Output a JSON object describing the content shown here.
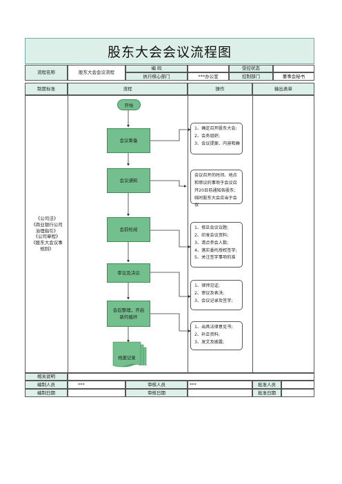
{
  "title": "股东大会会议流程图",
  "header": {
    "process_name_label": "流程名称",
    "process_name_value": "股东大会会议流程",
    "code_label": "编 码",
    "code_value": "",
    "status_label": "受控状态",
    "status_value": "",
    "dept_label": "执行核心部门",
    "dept_value": "***办公室",
    "ctrl_label": "控制部门",
    "ctrl_value": "董事会秘书"
  },
  "columns": [
    "制度标准",
    "流程",
    "操作",
    "输出表单"
  ],
  "standards": [
    "《公司法》",
    "《商业银行公司治理指引》",
    "《公司章程》",
    "《股东大会议事规则》"
  ],
  "flow": {
    "start": "开始",
    "steps": [
      "会议筹备",
      "会议通知",
      "会前检阅",
      "审议及决议",
      "会后整理，开启新的循环"
    ],
    "end": "档案记录"
  },
  "notes": [
    [
      "1、确定召开股东大会;",
      "2、会务组织;",
      "3、会议提案、内容和确"
    ],
    [
      "会议召开的时间、地点和审议的事项于会议召开20日前通知各股东;临时股东大会应当于会议"
    ],
    [
      "1、修正会议议题;",
      "2、印发会议资料;",
      "3、清点参会人数;",
      "4、落实委托授权签字;",
      "5、关注签字事项的准"
    ],
    [
      "1、律师见证;",
      "2、审议及表决;",
      "3、会议记录及签字;"
    ],
    [
      "1、出具法律意见书;",
      "2、补正资料;",
      "3、发文及披露;"
    ]
  ],
  "footer": {
    "related_label": "相关说明",
    "related_value": "",
    "author_label": "编制人员",
    "author_value": "***",
    "reviewer_label": "审核人员",
    "reviewer_value": "***",
    "approver_label": "批准人员",
    "approver_value": "",
    "author_date_label": "编制日期",
    "author_date_value": "",
    "review_date_label": "审核日期",
    "review_date_value": "",
    "approve_date_label": "批准日期",
    "approve_date_value": ""
  },
  "colors": {
    "header_fill": "#dcefe8",
    "box_fill": "#74bf8e"
  }
}
